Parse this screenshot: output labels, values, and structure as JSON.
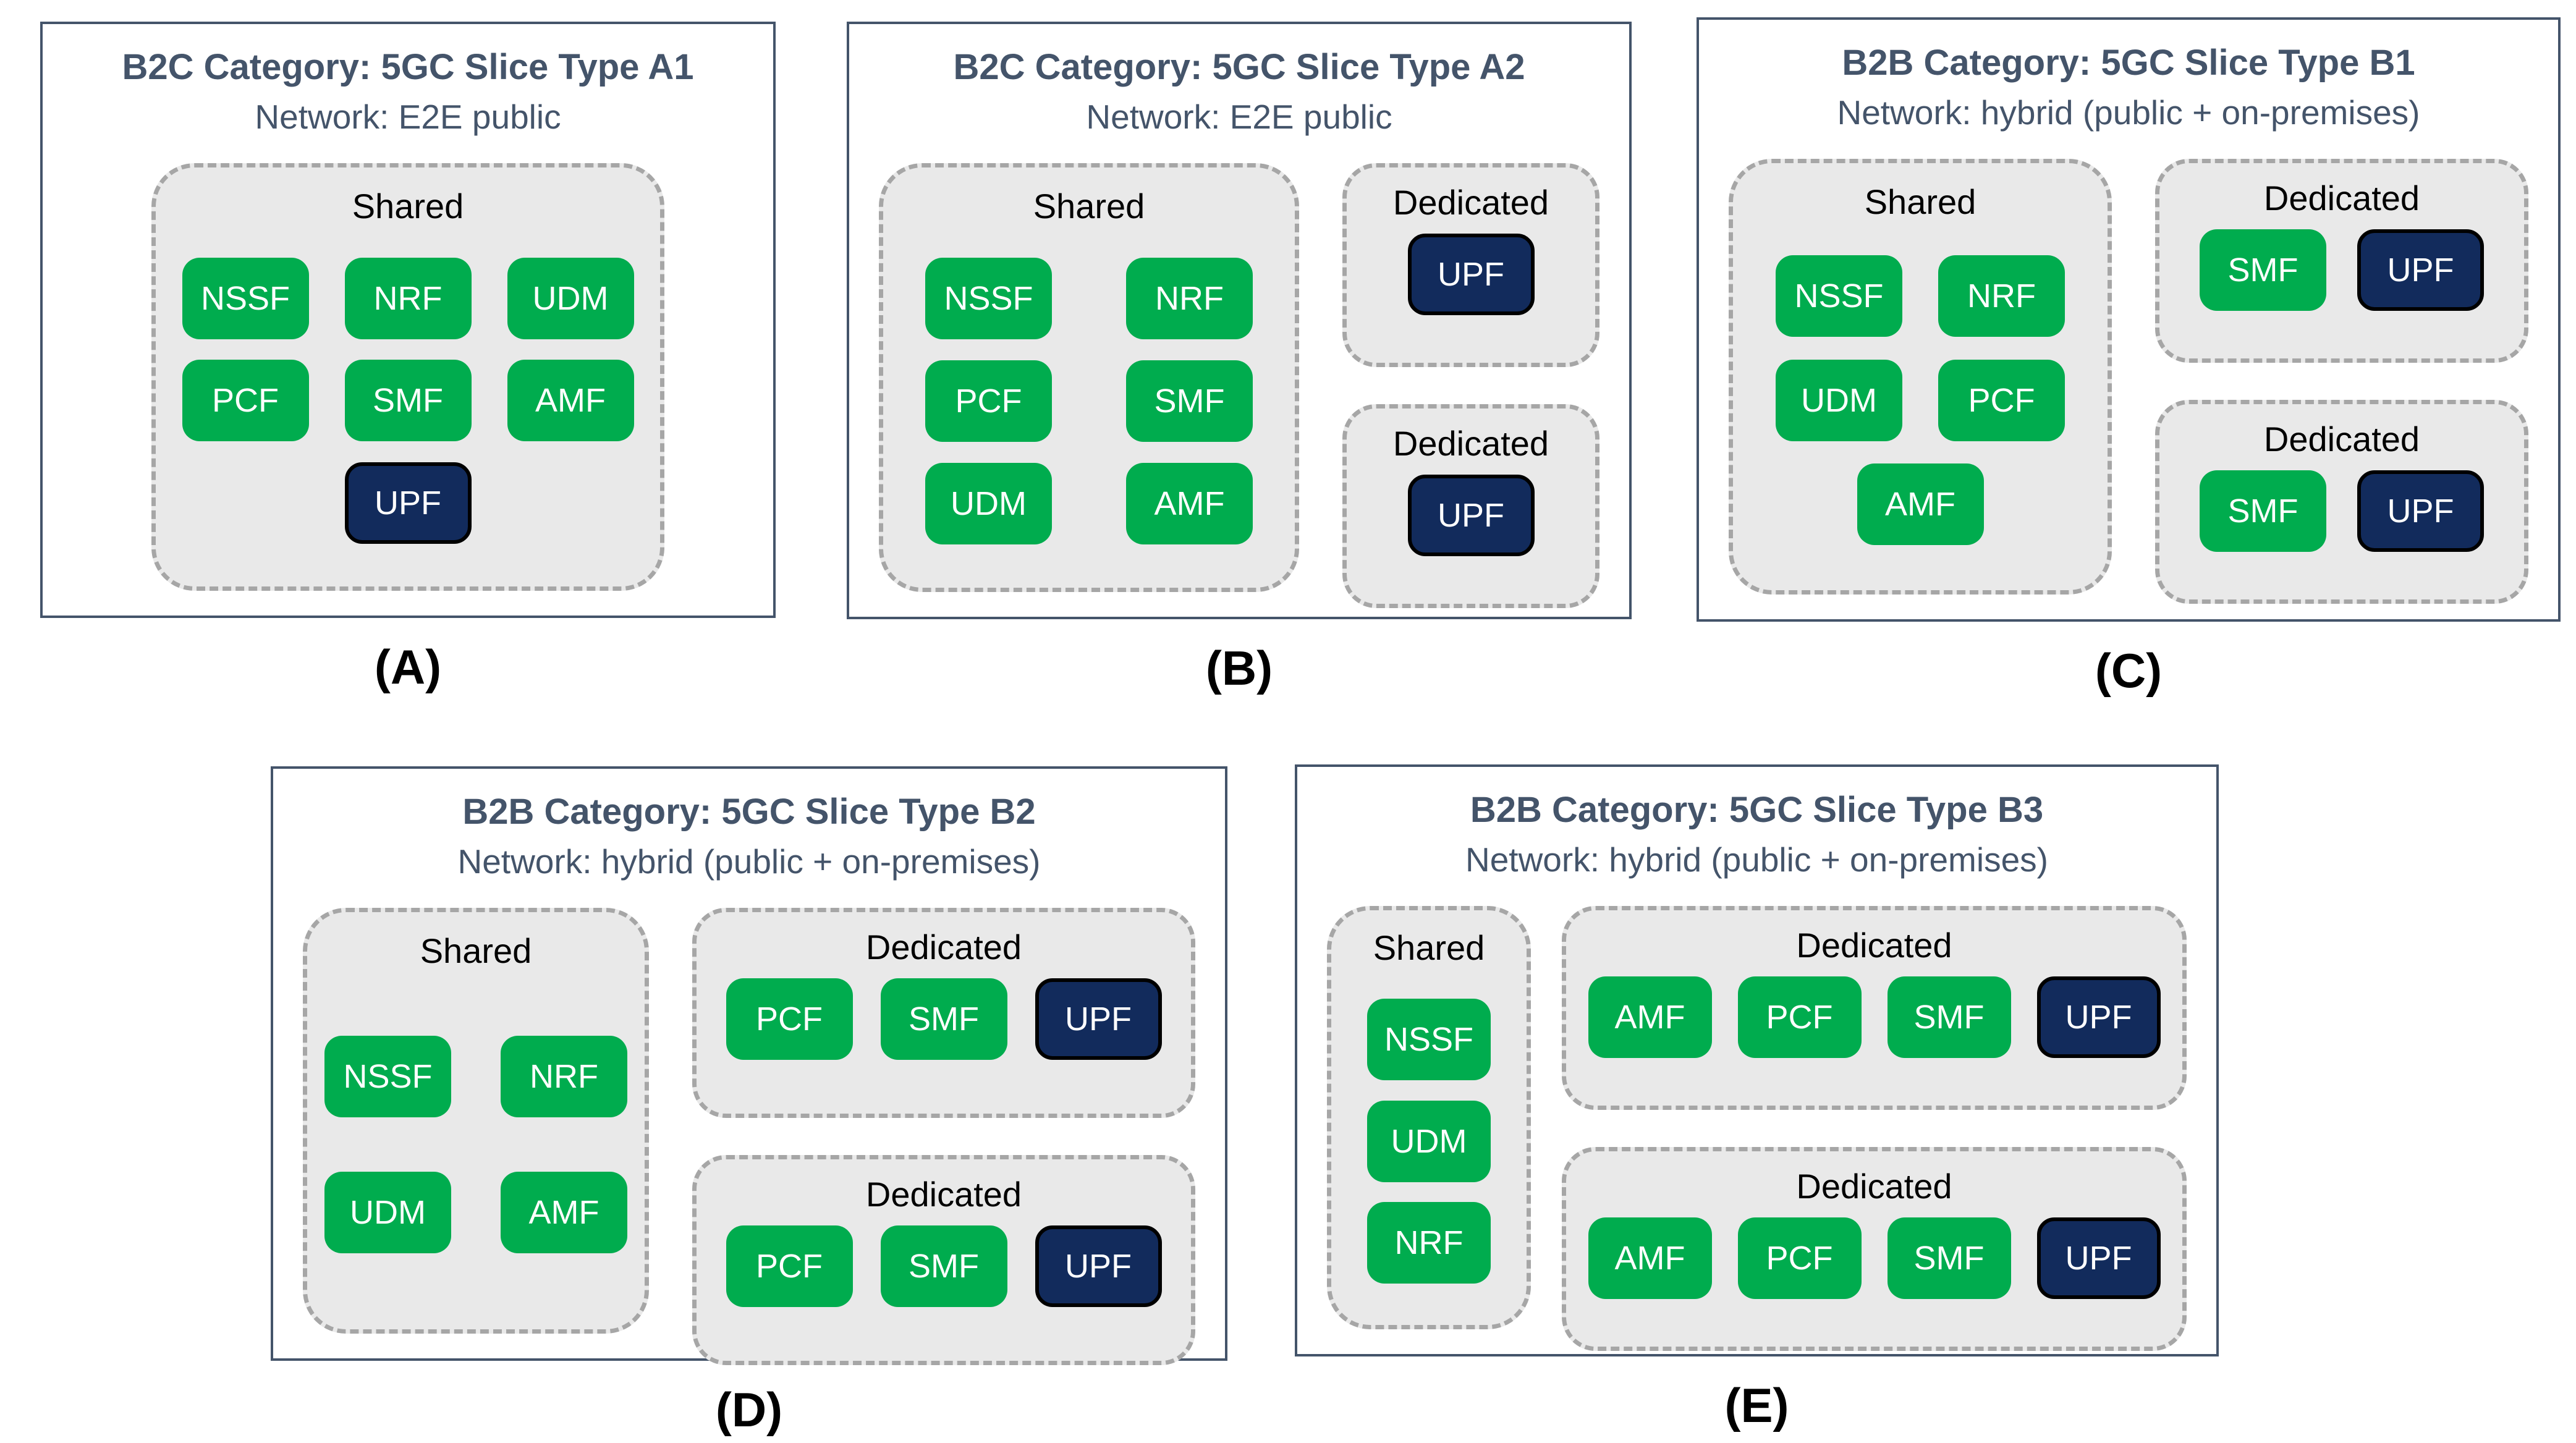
{
  "colors": {
    "green": "#00AC4E",
    "navy": "#122B5C",
    "navy_border": "#000000",
    "title_text": "#44546A",
    "group_fill": "#E9E9E9",
    "group_border": "#A6A6A6",
    "panel_border": "#44546A",
    "caption_text": "#000000",
    "nf_text": "#FFFFFF",
    "page_bg": "#FFFFFF"
  },
  "navy_labels": [
    "UPF"
  ],
  "panels": [
    {
      "id": "A",
      "title": "B2C Category: 5GC Slice Type A1",
      "subtitle": "Network: E2E public",
      "caption": "(A)",
      "shared": {
        "title": "Shared",
        "rows": [
          [
            "NSSF",
            "NRF",
            "UDM"
          ],
          [
            "PCF",
            "SMF",
            "AMF"
          ],
          [
            "UPF"
          ]
        ]
      },
      "dedicated": []
    },
    {
      "id": "B",
      "title": "B2C Category: 5GC Slice Type A2",
      "subtitle": "Network: E2E public",
      "caption": "(B)",
      "shared": {
        "title": "Shared",
        "rows": [
          [
            "NSSF",
            "NRF"
          ],
          [
            "PCF",
            "SMF"
          ],
          [
            "UDM",
            "AMF"
          ]
        ]
      },
      "dedicated": [
        {
          "title": "Dedicated",
          "rows": [
            [
              "UPF"
            ]
          ]
        },
        {
          "title": "Dedicated",
          "rows": [
            [
              "UPF"
            ]
          ]
        }
      ]
    },
    {
      "id": "C",
      "title": "B2B Category: 5GC Slice Type B1",
      "subtitle": "Network: hybrid (public + on-premises)",
      "caption": "(C)",
      "shared": {
        "title": "Shared",
        "rows": [
          [
            "NSSF",
            "NRF"
          ],
          [
            "UDM",
            "PCF"
          ],
          [
            "AMF"
          ]
        ]
      },
      "dedicated": [
        {
          "title": "Dedicated",
          "rows": [
            [
              "SMF",
              "UPF"
            ]
          ]
        },
        {
          "title": "Dedicated",
          "rows": [
            [
              "SMF",
              "UPF"
            ]
          ]
        }
      ]
    },
    {
      "id": "D",
      "title": "B2B Category: 5GC Slice Type B2",
      "subtitle": "Network: hybrid (public + on-premises)",
      "caption": "(D)",
      "shared": {
        "title": "Shared",
        "rows": [
          [
            "NSSF",
            "NRF"
          ],
          [
            "UDM",
            "AMF"
          ]
        ]
      },
      "dedicated": [
        {
          "title": "Dedicated",
          "rows": [
            [
              "PCF",
              "SMF",
              "UPF"
            ]
          ]
        },
        {
          "title": "Dedicated",
          "rows": [
            [
              "PCF",
              "SMF",
              "UPF"
            ]
          ]
        }
      ]
    },
    {
      "id": "E",
      "title": "B2B Category: 5GC Slice Type B3",
      "subtitle": "Network: hybrid (public + on-premises)",
      "caption": "(E)",
      "shared": {
        "title": "Shared",
        "rows": [
          [
            "NSSF"
          ],
          [
            "UDM"
          ],
          [
            "NRF"
          ]
        ]
      },
      "dedicated": [
        {
          "title": "Dedicated",
          "rows": [
            [
              "AMF",
              "PCF",
              "SMF",
              "UPF"
            ]
          ]
        },
        {
          "title": "Dedicated",
          "rows": [
            [
              "AMF",
              "PCF",
              "SMF",
              "UPF"
            ]
          ]
        }
      ]
    }
  ]
}
